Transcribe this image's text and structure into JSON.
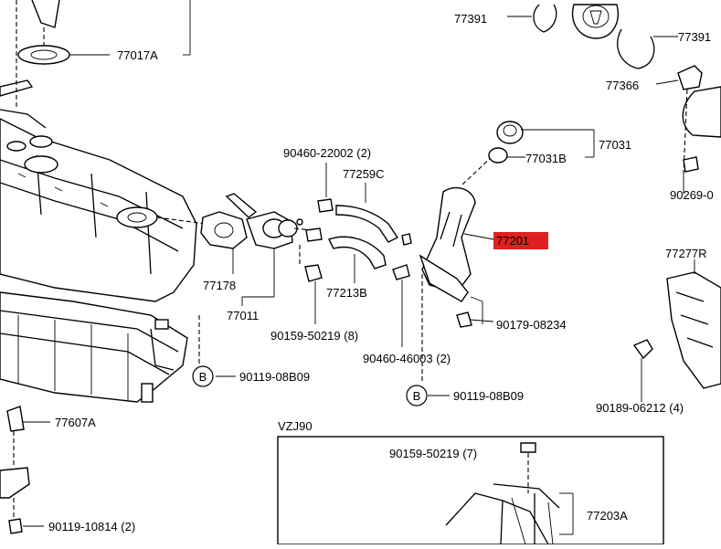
{
  "accent_color": "#e02020",
  "labels": {
    "p77391_a": "77391",
    "p77391_b": "77391",
    "p77017a": "77017A",
    "p77366": "77366",
    "p77031": "77031",
    "p77031b": "77031B",
    "p90460_22002": "90460-22002 (2)",
    "p77259c": "77259C",
    "p77201": "77201",
    "p90269": "90269-0",
    "p77277r": "77277R",
    "p77178": "77178",
    "p77213b": "77213B",
    "p77011": "77011",
    "p90159_50219_8": "90159-50219 (8)",
    "p90179_08234": "90179-08234",
    "p90460_46003": "90460-46003 (2)",
    "p90189_06212": "90189-06212 (4)",
    "p90119_08b09_left": "90119-08B09",
    "p90119_08b09_center": "90119-08B09",
    "p77607a": "77607A",
    "p90119_10814": "90119-10814 (2)",
    "vzj90": "VZJ90",
    "p90159_50219_7": "90159-50219 (7)",
    "p77203a": "77203A",
    "callout_b_left": "B",
    "callout_b_center": "B"
  }
}
